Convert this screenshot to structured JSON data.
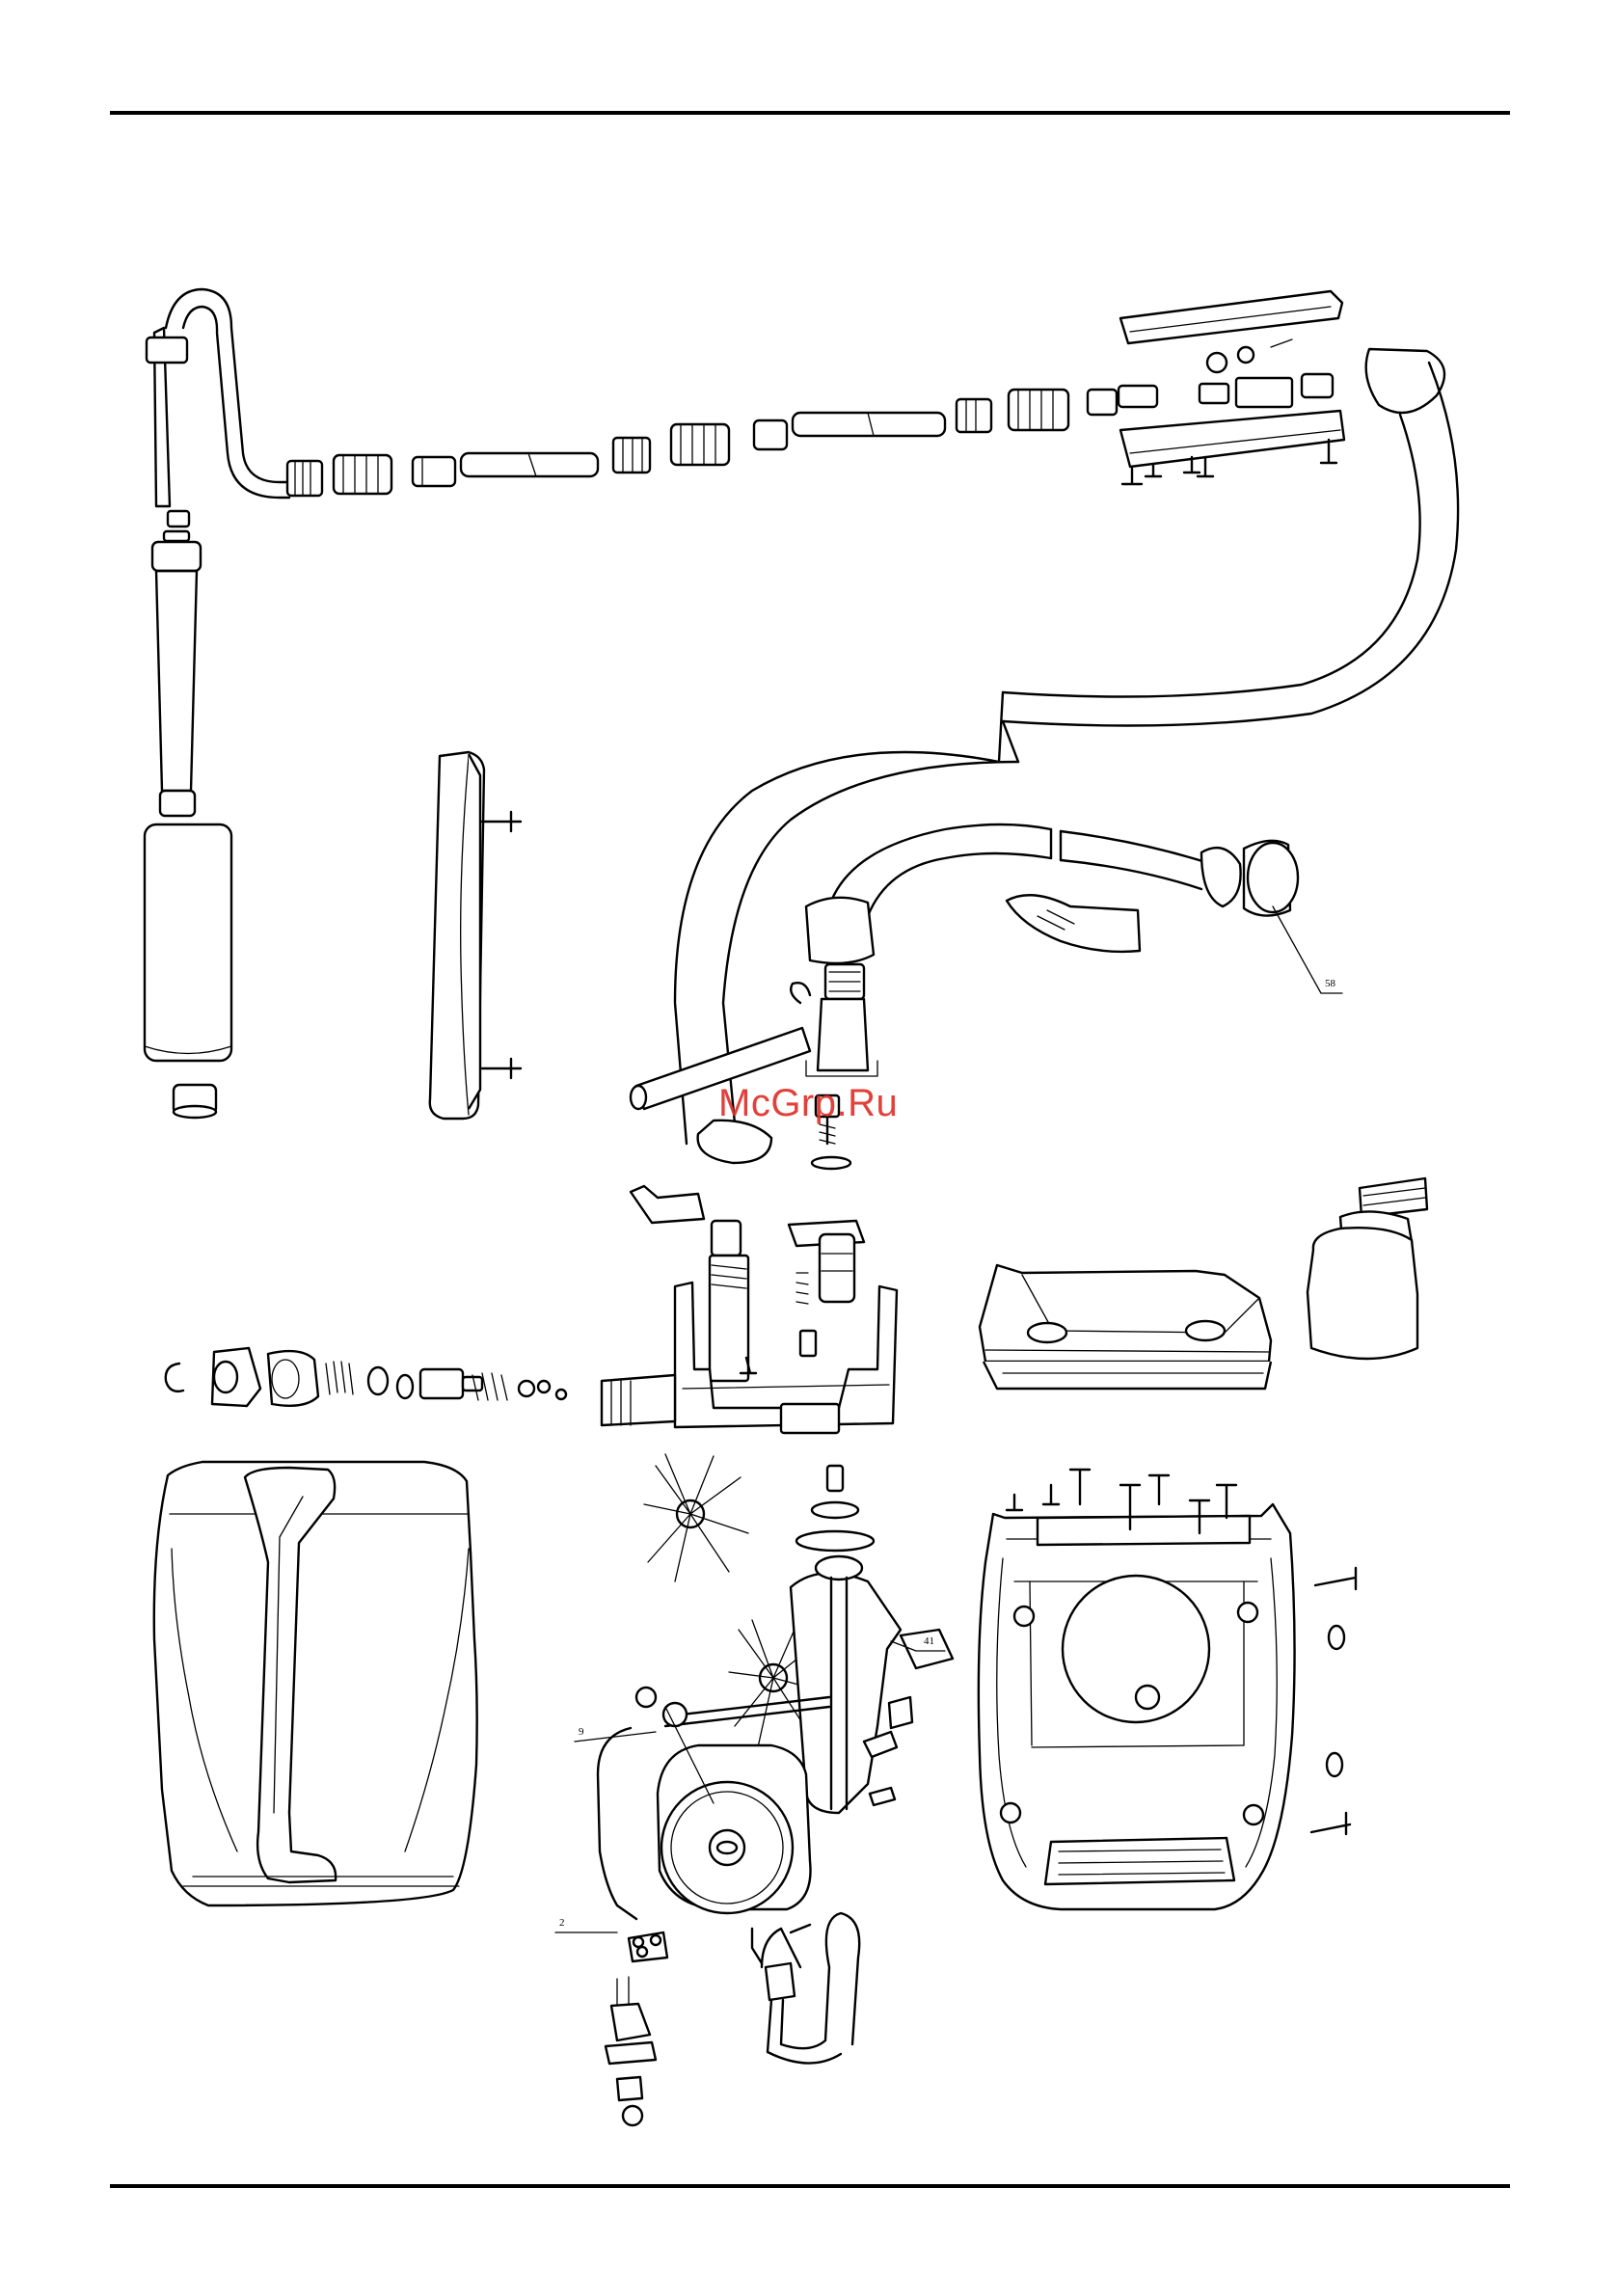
{
  "watermark": {
    "text": "McGrp.Ru",
    "color": "#e0302a"
  },
  "callouts": [
    {
      "id": "58",
      "label": "58"
    },
    {
      "id": "41",
      "label": "41"
    },
    {
      "id": "9",
      "label": "9"
    },
    {
      "id": "2",
      "label": "2"
    }
  ],
  "colors": {
    "ink": "#000000",
    "paper": "#ffffff"
  }
}
